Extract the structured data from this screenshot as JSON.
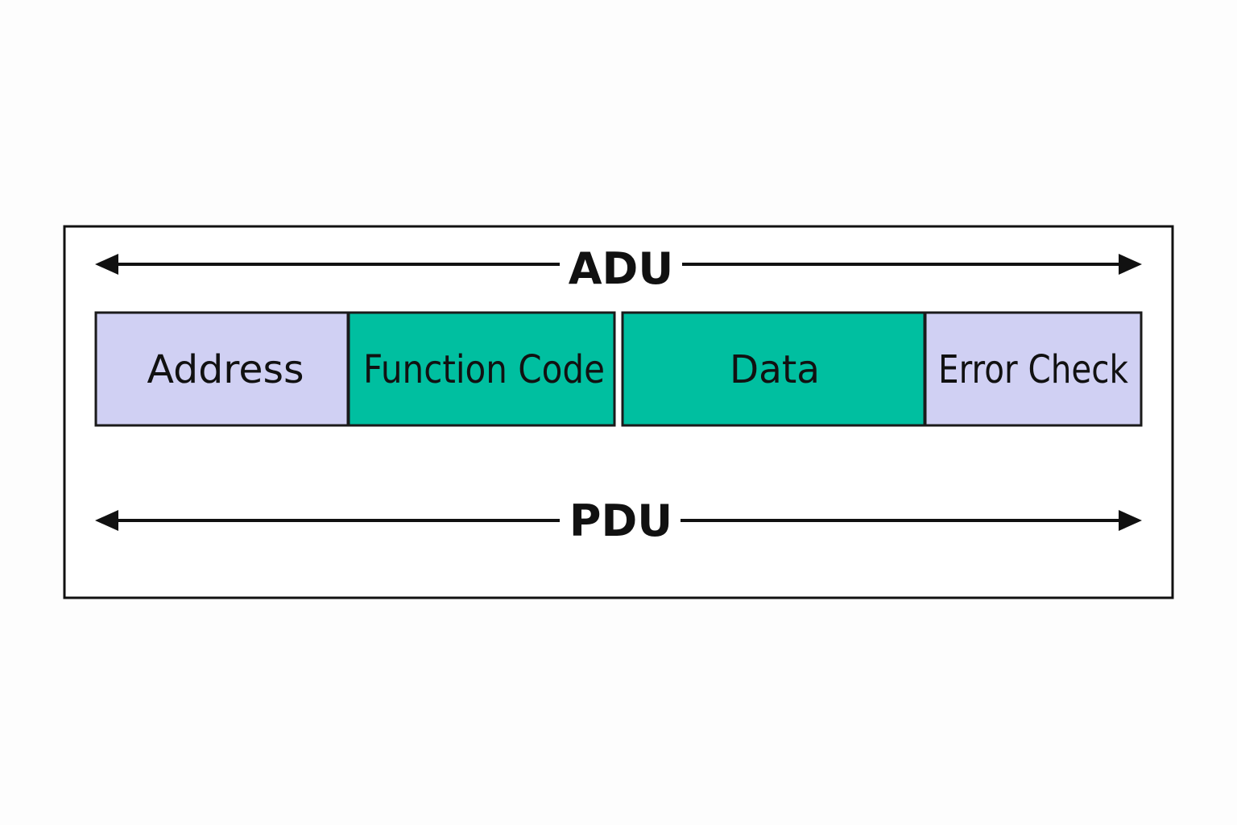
{
  "adu": {
    "label": "ADU"
  },
  "pdu": {
    "label": "PDU"
  },
  "fields": [
    {
      "label": "Address",
      "color": "#d0d0f3"
    },
    {
      "label": "Function Code",
      "color": "#00bfa0"
    },
    {
      "label": "Data",
      "color": "#00bfa0"
    },
    {
      "label": "Error Check",
      "color": "#d0d0f3"
    }
  ]
}
